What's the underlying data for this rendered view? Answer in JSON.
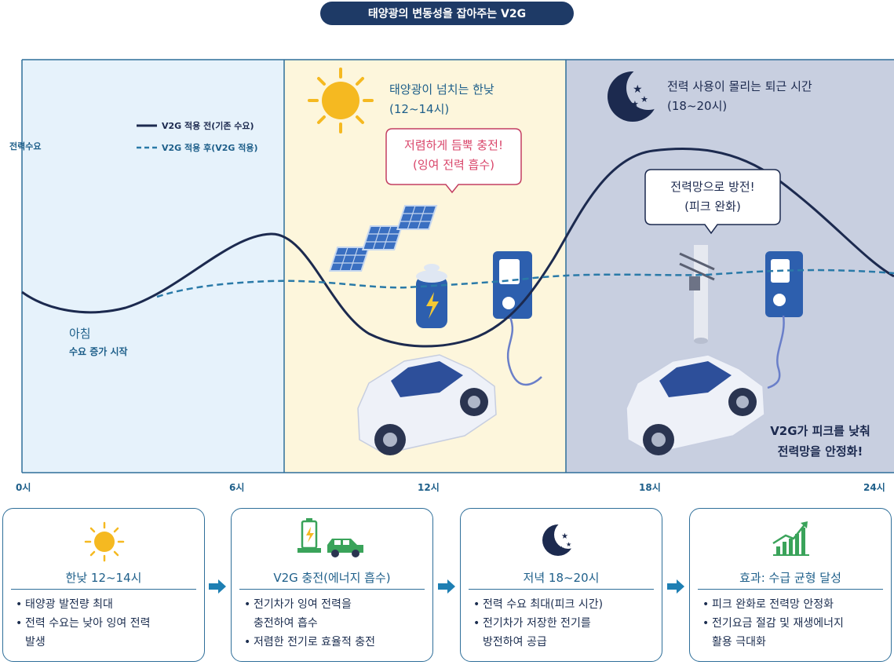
{
  "title": "태양광의 변동성을 잡아주는 V2G",
  "chart_data": {
    "type": "line",
    "ylabel": "전력수요",
    "x_ticks": [
      "0시",
      "6시",
      "12시",
      "18시",
      "24시"
    ],
    "series": [
      {
        "name": "V2G 적용 전(기존 수요)",
        "style": "solid",
        "color": "#1c2a4f"
      },
      {
        "name": "V2G 적용 후(V2G 적용)",
        "style": "dashed",
        "color": "#2a7aa8"
      }
    ]
  },
  "zones": {
    "morning": {
      "title": "아침",
      "subtitle": "수요 증가 시작",
      "color": "#e6f2fb"
    },
    "noon": {
      "title": "태양광이 넘치는 한낮",
      "time": "(12~14시)",
      "color": "#fdf6dc",
      "bubble_line1": "저렴하게 듬뿍 충전!",
      "bubble_line2": "(잉여 전력 흡수)"
    },
    "evening": {
      "title": "전력 사용이 몰리는 퇴근 시간",
      "time": "(18~20시)",
      "color": "#c8cfe0",
      "bubble_line1": "전력망으로 방전!",
      "bubble_line2": "(피크 완화)",
      "result_line1": "V2G가 피크를 낮춰",
      "result_line2": "전력망을 안정화!"
    }
  },
  "cards": [
    {
      "title": "한낮 12~14시",
      "items": [
        "태양광 발전량 최대",
        "전력 수요는 낮아 잉여 전력",
        "발생"
      ],
      "icon": "sun-icon"
    },
    {
      "title": "V2G 충전(에너지 흡수)",
      "items": [
        "전기차가 잉여 전력을",
        "충전하여 흡수",
        "저렴한 전기로 효율적 충전"
      ],
      "icon": "battery-car-icon"
    },
    {
      "title": "저녁 18~20시",
      "items": [
        "전력 수요 최대(피크 시간)",
        "전기차가 저장한 전기를",
        "방전하여 공급"
      ],
      "icon": "moon-icon"
    },
    {
      "title": "효과: 수급 균형 달성",
      "items": [
        "피크 완화로 전력망 안정화",
        "전기요금 절감 및 재생에너지",
        "활용 극대화"
      ],
      "icon": "growth-chart-icon"
    }
  ],
  "colors": {
    "navy": "#1e3a66",
    "teal": "#2a7aa8",
    "pink": "#d9456a",
    "sun": "#f5b921"
  }
}
